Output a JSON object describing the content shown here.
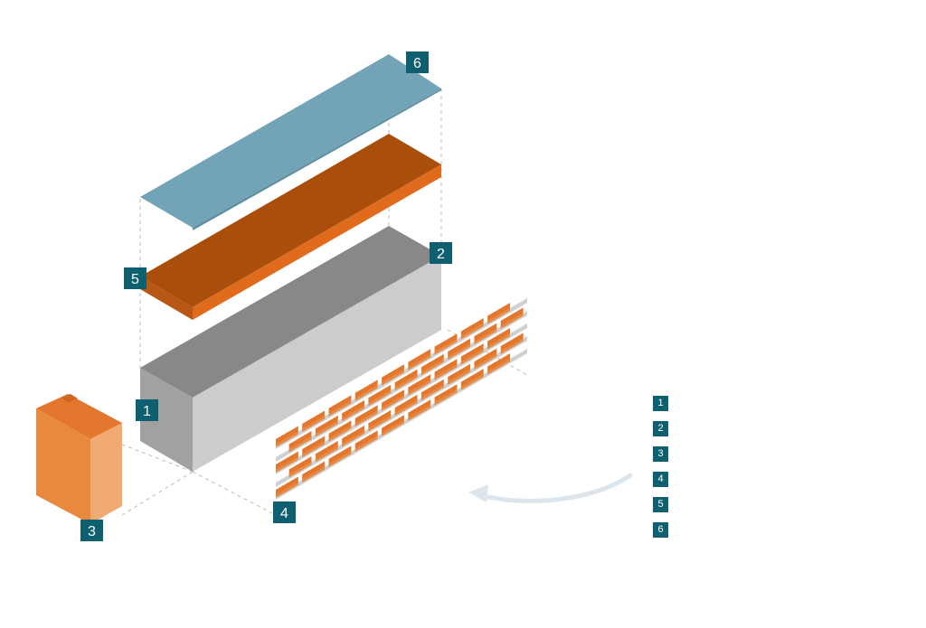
{
  "colors": {
    "badge": "#0e6070",
    "top_panel": "#72a3b6",
    "orange_top": "#a94f0b",
    "orange_side": "#e06b1c",
    "block_top": "#888888",
    "block_front": "#cccccc",
    "block_left": "#a1a1a1",
    "brick_front": "#e8893f",
    "brick_side": "#f2aa73",
    "brick_top": "#e2772d",
    "arrow": "#dde5ec",
    "dashed": "#bbbbbb"
  },
  "labels": {
    "block": "1",
    "block_corner": "2",
    "brick": "3",
    "brick_courses": "4",
    "orange_layer": "5",
    "top_layer": "6"
  },
  "legend": {
    "items": [
      {
        "number": "1"
      },
      {
        "number": "2"
      },
      {
        "number": "3"
      },
      {
        "number": "4"
      },
      {
        "number": "5"
      },
      {
        "number": "6"
      }
    ]
  }
}
